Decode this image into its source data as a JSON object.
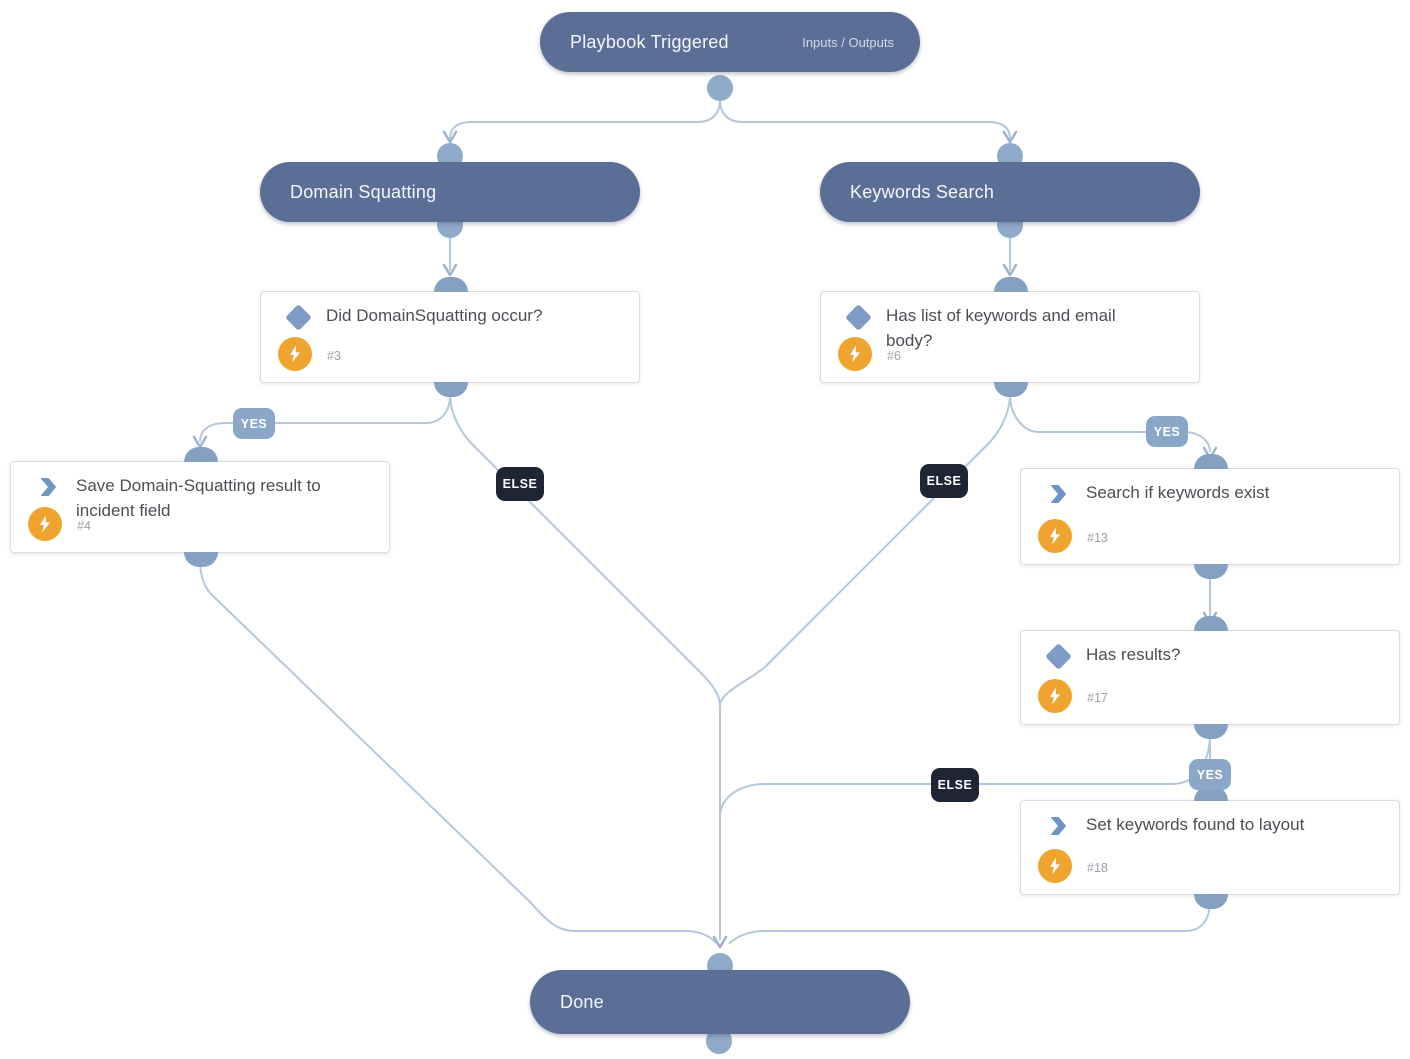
{
  "colors": {
    "header_node_bg": "#5b6f96",
    "edge_line": "#b5c7dd",
    "arrowhead": "#9cb3d0",
    "connector_dot": "#8fabc9",
    "connector_dome": "#84a1c2",
    "yes_badge_bg": "#8aa6c9",
    "else_badge_bg": "#1e2534",
    "condition_icon": "#7e9cc6",
    "automation_icon": "#6d96c6",
    "bolt_icon_bg": "#efa42f",
    "card_title_text": "#4a4f55",
    "card_id_text": "#9aa0a8"
  },
  "icons": {
    "condition": "diamond-icon",
    "automation": "chevron-icon",
    "script": "lightning-bolt-icon"
  },
  "nodes": {
    "trigger": {
      "title": "Playbook Triggered",
      "link": "Inputs / Outputs"
    },
    "domain_section": {
      "title": "Domain Squatting"
    },
    "keywords_section": {
      "title": "Keywords Search"
    },
    "did_domain_squatting": {
      "type": "condition",
      "title": "Did DomainSquatting occur?",
      "id": "#3"
    },
    "has_keywords_email": {
      "type": "condition",
      "title": "Has list of keywords and email body?",
      "id": "#6"
    },
    "save_result": {
      "type": "automation",
      "title": "Save Domain-Squatting result to incident field",
      "id": "#4"
    },
    "search_keywords": {
      "type": "automation",
      "title": "Search if keywords exist",
      "id": "#13"
    },
    "has_results": {
      "type": "condition",
      "title": "Has results?",
      "id": "#17"
    },
    "set_keywords_layout": {
      "type": "automation",
      "title": "Set keywords found to layout",
      "id": "#18"
    },
    "done": {
      "title": "Done"
    }
  },
  "edge_labels": [
    {
      "label": "YES"
    },
    {
      "label": "ELSE"
    },
    {
      "label": "ELSE"
    },
    {
      "label": "YES"
    },
    {
      "label": "YES"
    },
    {
      "label": "ELSE"
    }
  ]
}
